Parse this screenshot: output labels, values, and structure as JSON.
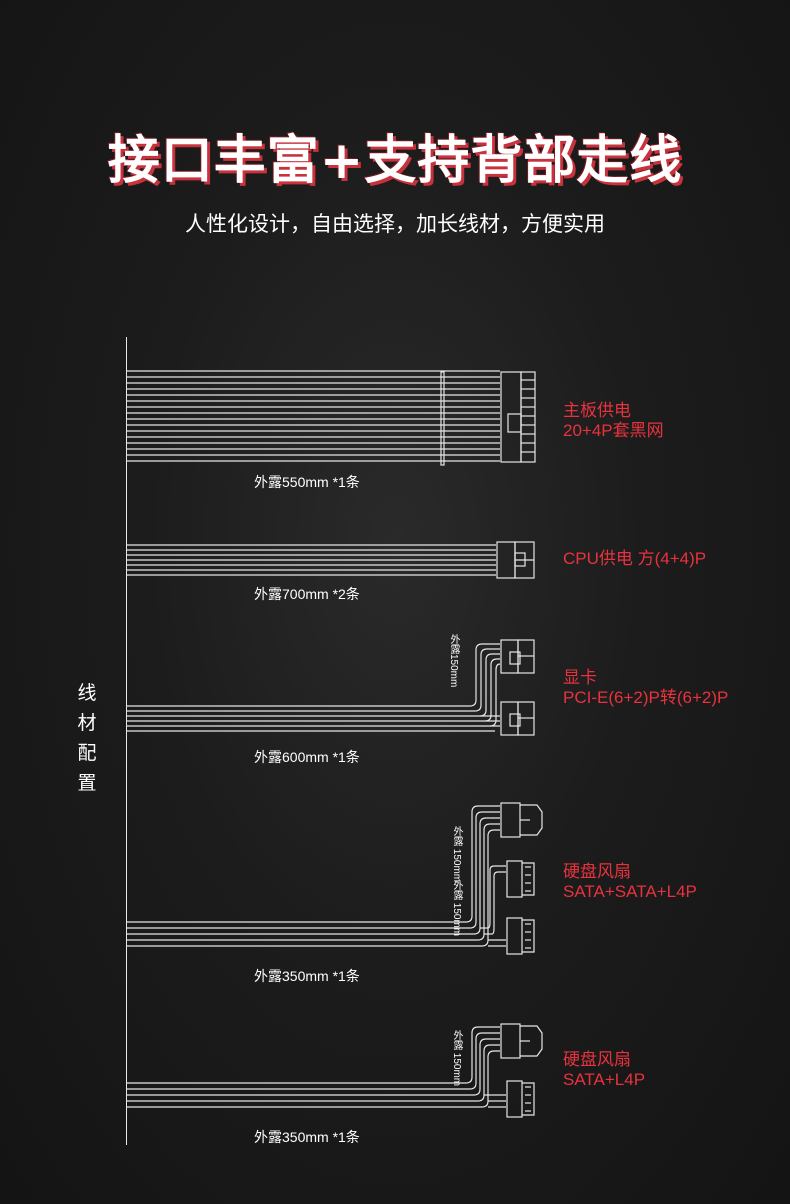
{
  "title": "接口丰富+支持背部走线",
  "subtitle": "人性化设计，自由选择，加长线材，方便实用",
  "side_label": [
    "线",
    "材",
    "配",
    "置"
  ],
  "colors": {
    "accent": "#e8323e",
    "line": "#e8e8e8",
    "background": "#1c1c1c"
  },
  "cables": [
    {
      "name_line1": "主板供电",
      "name_line2": "20+4P套黑网",
      "spec": "外露550mm *1条"
    },
    {
      "name_line1": "CPU供电 方(4+4)P",
      "name_line2": "",
      "spec": "外露700mm *2条"
    },
    {
      "name_line1": "显卡",
      "name_line2": "PCI-E(6+2)P转(6+2)P",
      "spec": "外露600mm *1条",
      "branch_note": "外露150mm"
    },
    {
      "name_line1": "硬盘风扇",
      "name_line2": "SATA+SATA+L4P",
      "spec": "外露350mm *1条",
      "branch_note_a": "外露 150mm",
      "branch_note_b": "外露 150mm"
    },
    {
      "name_line1": "硬盘风扇",
      "name_line2": "SATA+L4P",
      "spec": "外露350mm *1条",
      "branch_note": "外露 150mm"
    }
  ]
}
